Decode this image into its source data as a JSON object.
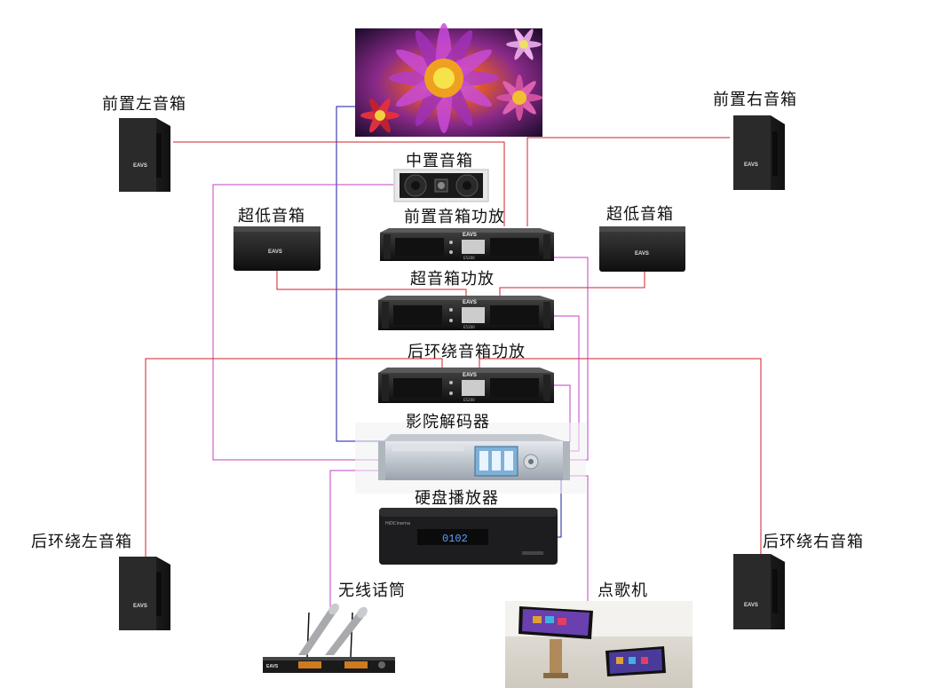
{
  "labels": {
    "front_left": "前置左音箱",
    "front_right": "前置右音箱",
    "center": "中置音箱",
    "front_amp": "前置音箱功放",
    "sub_left": "超低音箱",
    "sub_right": "超低音箱",
    "sub_amp": "超音箱功放",
    "rear_amp": "后环绕音箱功放",
    "decoder": "影院解码器",
    "hdd_player": "硬盘播放器",
    "rear_left": "后环绕左音箱",
    "rear_right": "后环绕右音箱",
    "wireless_mic": "无线话筒",
    "karaoke": "点歌机"
  },
  "brand": "EAVS",
  "model": "E5200",
  "player_display": "0102",
  "player_brand": "HiDCinema",
  "colors": {
    "speaker_wire": "#d0202a",
    "video_wire": "#1a1aa8",
    "signal_wire": "#c040c0",
    "device_dark": "#1b1b1b"
  }
}
